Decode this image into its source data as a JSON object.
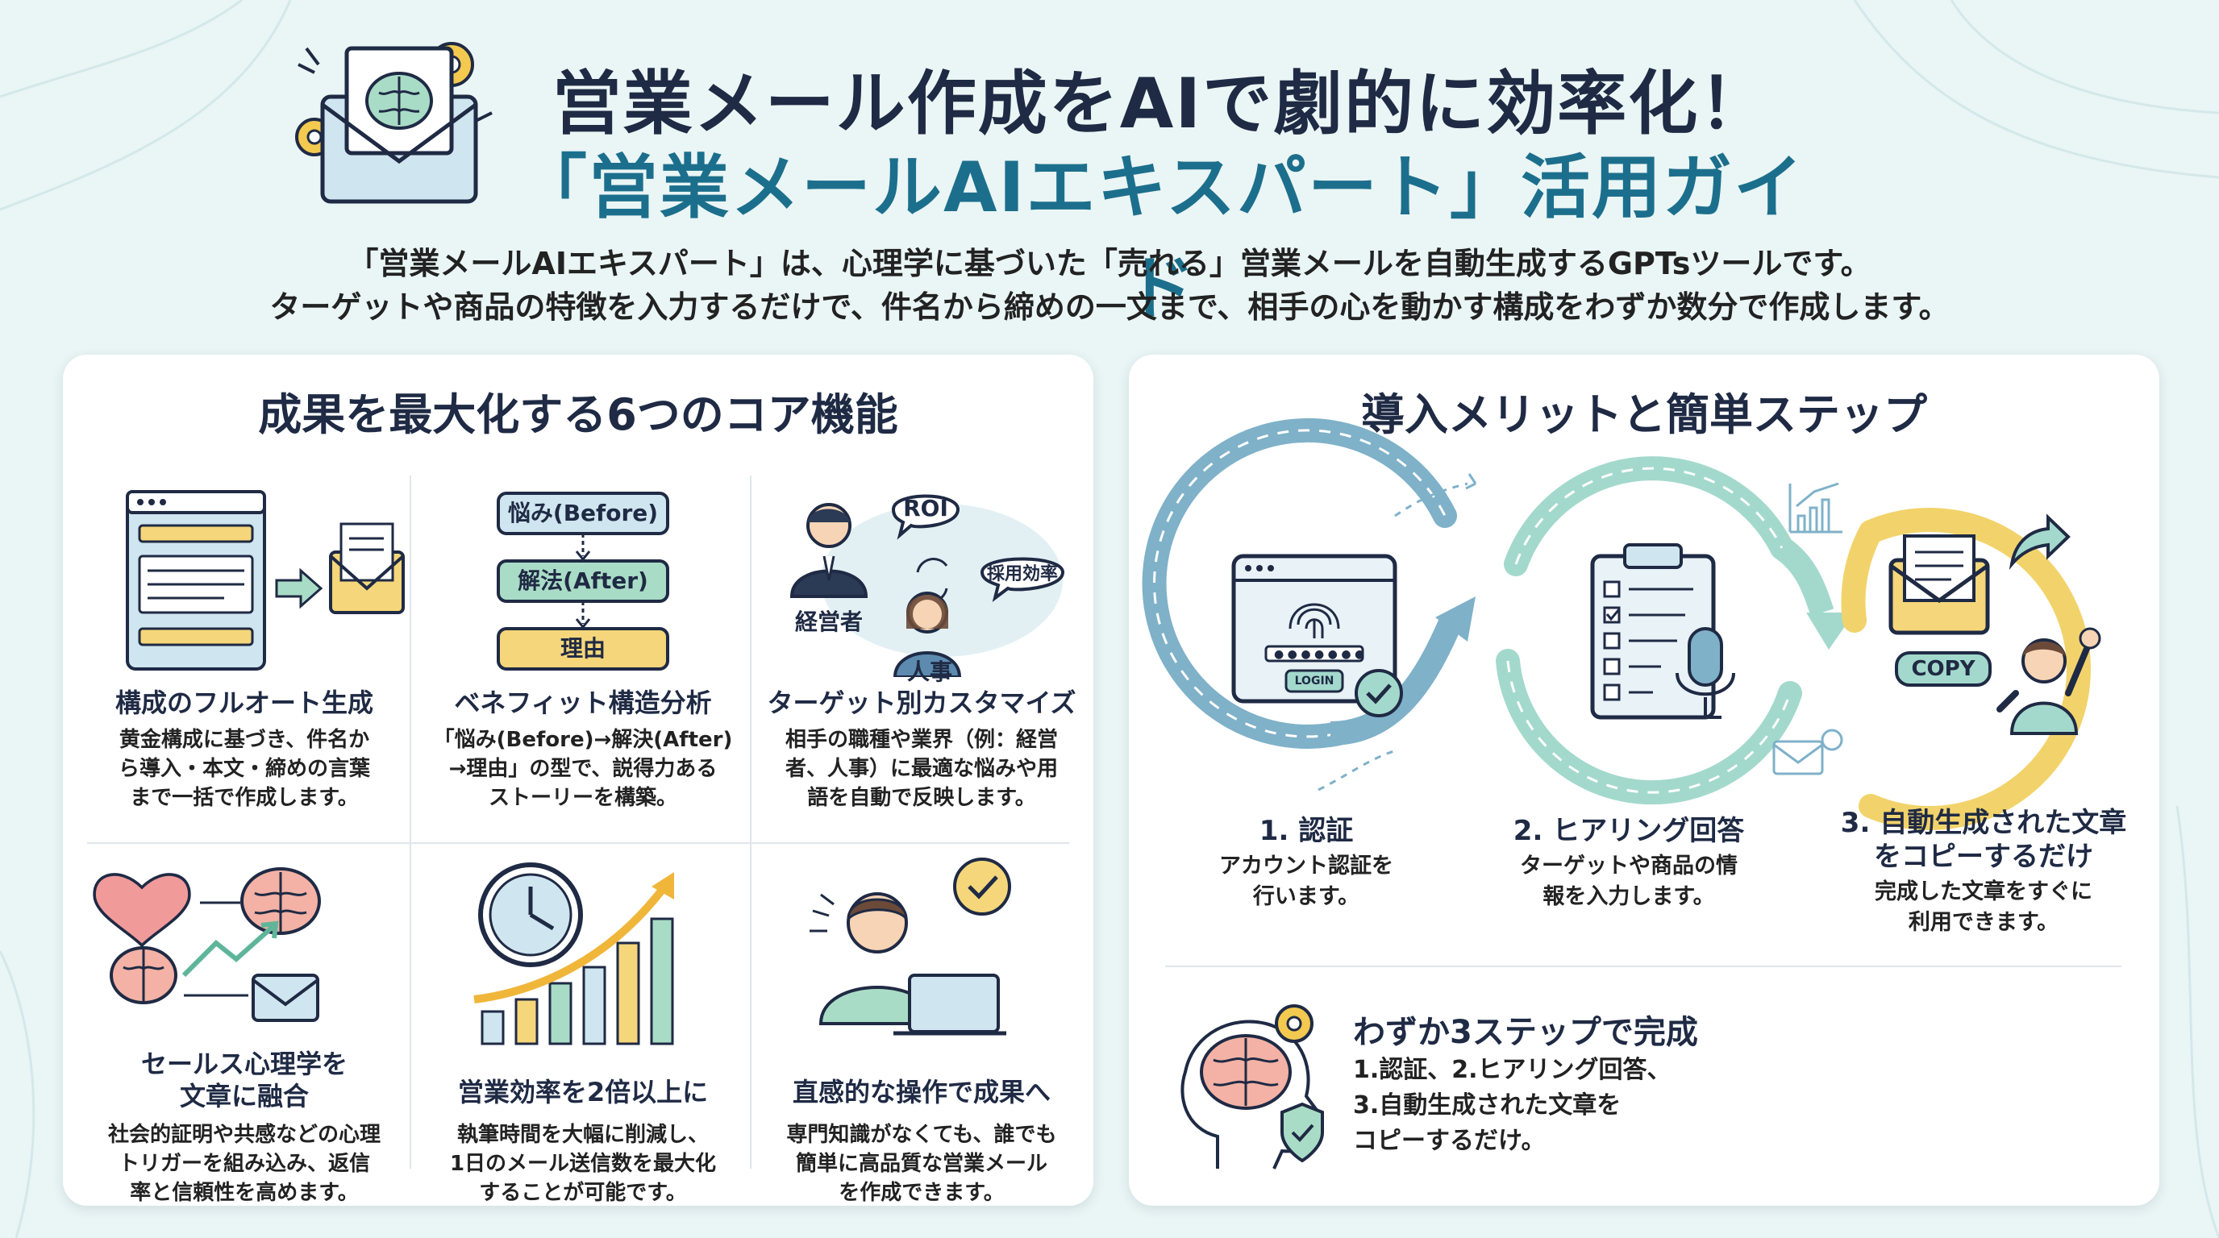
{
  "header": {
    "title_line1": "営業メール作成をAIで劇的に効率化！",
    "title_line2": "「営業メールAIエキスパート」活用ガイド",
    "subtitle_line1": "「営業メールAIエキスパート」は、心理学に基づいた「売れる」営業メールを自動生成するGPTsツールです。",
    "subtitle_line2": "ターゲットや商品の特徴を入力するだけで、件名から締めの一文まで、相手の心を動かす構成をわずか数分で作成します。"
  },
  "features_panel": {
    "title": "成果を最大化する6つのコア機能",
    "features": [
      {
        "icon": "document-to-email-icon",
        "title": "構成のフルオート生成",
        "desc": [
          "黄金構成に基づき、件名か",
          "ら導入・本文・締めの言葉",
          "まで一括で作成します。"
        ]
      },
      {
        "icon": "flowchart-icon",
        "title": "ベネフィット構造分析",
        "flow": [
          "悩み(Before)",
          "解法(After)",
          "理由"
        ],
        "desc": [
          "「悩み(Before)→解決(After)",
          "→理由」の型で、説得力ある",
          "ストーリーを構築。"
        ]
      },
      {
        "icon": "persona-icon",
        "title_label_top": "人事",
        "title": "ターゲット別カスタマイズ",
        "labels": [
          "ROI",
          "採用効率",
          "経営者"
        ],
        "desc": [
          "相手の職種や業界（例：経営",
          "者、人事）に最適な悩みや用",
          "語を自動で反映します。"
        ]
      },
      {
        "icon": "heart-brain-icon",
        "title": [
          "セールス心理学を",
          "文章に融合"
        ],
        "desc": [
          "社会的証明や共感などの心理",
          "トリガーを組み込み、返信",
          "率と信頼性を高めます。"
        ]
      },
      {
        "icon": "clock-growth-chart-icon",
        "title": "営業効率を2倍以上に",
        "desc": [
          "執筆時間を大幅に削減し、",
          "1日のメール送信数を最大化",
          "することが可能です。"
        ]
      },
      {
        "icon": "person-laptop-icon",
        "title": "直感的な操作で成果へ",
        "desc": [
          "専門知識がなくても、誰でも",
          "簡単に高品質な営業メール",
          "を作成できます。"
        ]
      }
    ]
  },
  "steps_panel": {
    "title": "導入メリットと簡単ステップ",
    "login_button": "LOGIN",
    "copy_button": "COPY",
    "steps": [
      {
        "title": [
          "1. 認証"
        ],
        "desc": [
          "アカウント認証を",
          "行います。"
        ]
      },
      {
        "title": [
          "2. ヒアリング回答"
        ],
        "desc": [
          "ターゲットや商品の情",
          "報を入力します。"
        ]
      },
      {
        "title": [
          "3. 自動生成された文章",
          "をコピーするだけ"
        ],
        "desc": [
          "完成した文章をすぐに",
          "利用できます。"
        ]
      }
    ],
    "summary": {
      "title": "わずか3ステップで完成",
      "lines": [
        "1.認証、2.ヒアリング回答、",
        "3.自動生成された文章を",
        "コピーするだけ。"
      ]
    }
  },
  "colors": {
    "navy": "#1f2a44",
    "teal": "#1c6f8c",
    "step1_ring": "#7fb1c9",
    "step2_ring": "#a3d9cc",
    "step3_ring": "#f2d36b",
    "yellow": "#f5d67a",
    "green": "#a9dcc6",
    "blue_light": "#cfe5ef"
  }
}
